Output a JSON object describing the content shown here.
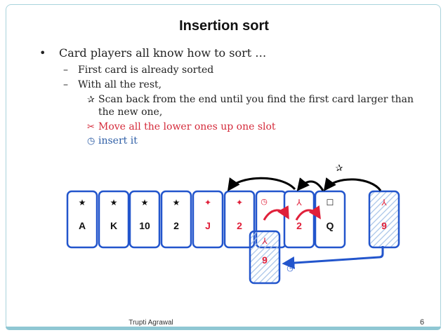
{
  "slide": {
    "title": "Insertion sort",
    "bullets": {
      "main_marker": "•",
      "main": "Card players all know how to sort …",
      "dash": "–",
      "sub1": "First card is already sorted",
      "sub2": "With all the rest,",
      "steps": [
        {
          "icon": "star-outline-icon",
          "glyph": "✰",
          "line1": "Scan back from the end until you find the first card larger than",
          "line2": "the new one,"
        },
        {
          "icon": "scissors-icon",
          "glyph": "✂",
          "text": "Move all the lower ones up one slot"
        },
        {
          "icon": "clock-icon",
          "glyph": "◷",
          "text": "insert it"
        }
      ]
    },
    "cards": [
      {
        "suit": "★",
        "rank": "A",
        "color": "#111111"
      },
      {
        "suit": "★",
        "rank": "K",
        "color": "#111111"
      },
      {
        "suit": "★",
        "rank": "10",
        "color": "#111111"
      },
      {
        "suit": "★",
        "rank": "2",
        "color": "#111111"
      },
      {
        "suit": "✦",
        "rank": "J",
        "color": "#e0203a"
      },
      {
        "suit": "✦",
        "rank": "2",
        "color": "#e0203a"
      },
      {
        "suit": "",
        "rank": "",
        "color": "#111111"
      },
      {
        "suit": "⅄",
        "rank": "2",
        "color": "#e0203a"
      },
      {
        "suit": "☐",
        "rank": "Q",
        "color": "#111111"
      },
      {
        "suit": "⅄",
        "rank": "9",
        "color": "#e0203a"
      }
    ],
    "new_card": {
      "suit": "⅄",
      "rank": "9",
      "color": "#e0203a"
    },
    "marks": {
      "star": "✰",
      "clock": "◷"
    },
    "footer": {
      "author": "Trupti Agrawal",
      "page": "6"
    },
    "colors": {
      "card_border": "#2255cc",
      "hatch": "#a8c4e8",
      "accent_red": "#d42a3a",
      "accent_blue": "#2e5ea6",
      "frame": "#8fc7d3"
    }
  }
}
